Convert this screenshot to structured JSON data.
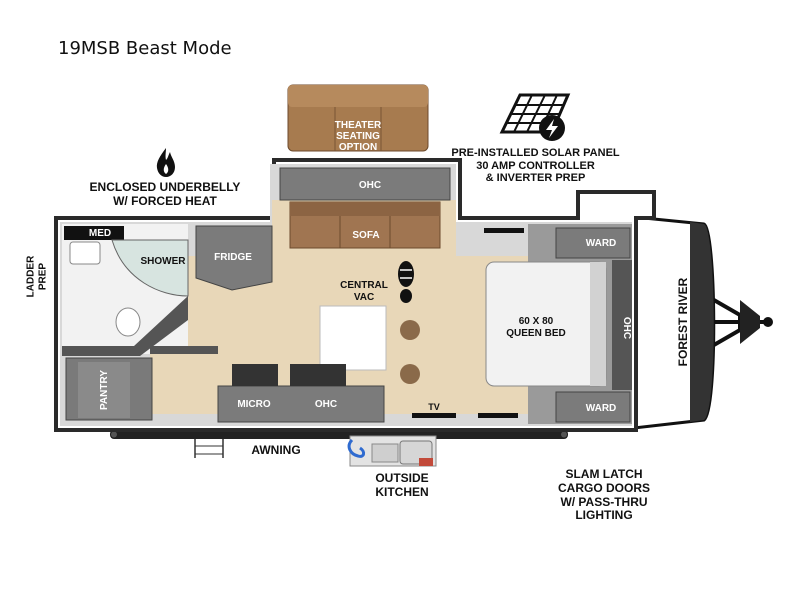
{
  "title": "19MSB Beast Mode",
  "callouts": {
    "theater": [
      "THEATER",
      "SEATING",
      "OPTION"
    ],
    "solar": [
      "PRE-INSTALLED SOLAR PANEL",
      "30 AMP CONTROLLER",
      "& INVERTER PREP"
    ],
    "underbelly": [
      "ENCLOSED UNDERBELLY",
      "W/ FORCED HEAT"
    ],
    "ladder": [
      "LADDER",
      "PREP"
    ],
    "awning": "AWNING",
    "outside_kitchen": [
      "OUTSIDE",
      "KITCHEN"
    ],
    "cargo": [
      "SLAM LATCH",
      "CARGO DOORS",
      "W/ PASS-THRU",
      "LIGHTING"
    ]
  },
  "rooms": {
    "ohc_top": "OHC",
    "sofa": "SOFA",
    "med": "MED",
    "shower": "SHOWER",
    "fridge": "FRIDGE",
    "central_vac": [
      "CENTRAL",
      "VAC"
    ],
    "bed": [
      "60 X 80",
      "QUEEN BED"
    ],
    "ward_top": "WARD",
    "ward_bottom": "WARD",
    "ohc_bed": "OHC",
    "pantry": "PANTRY",
    "micro": "MICRO",
    "ohc_kitchen": "OHC",
    "tv": "TV",
    "brand": "FOREST RIVER"
  }
}
